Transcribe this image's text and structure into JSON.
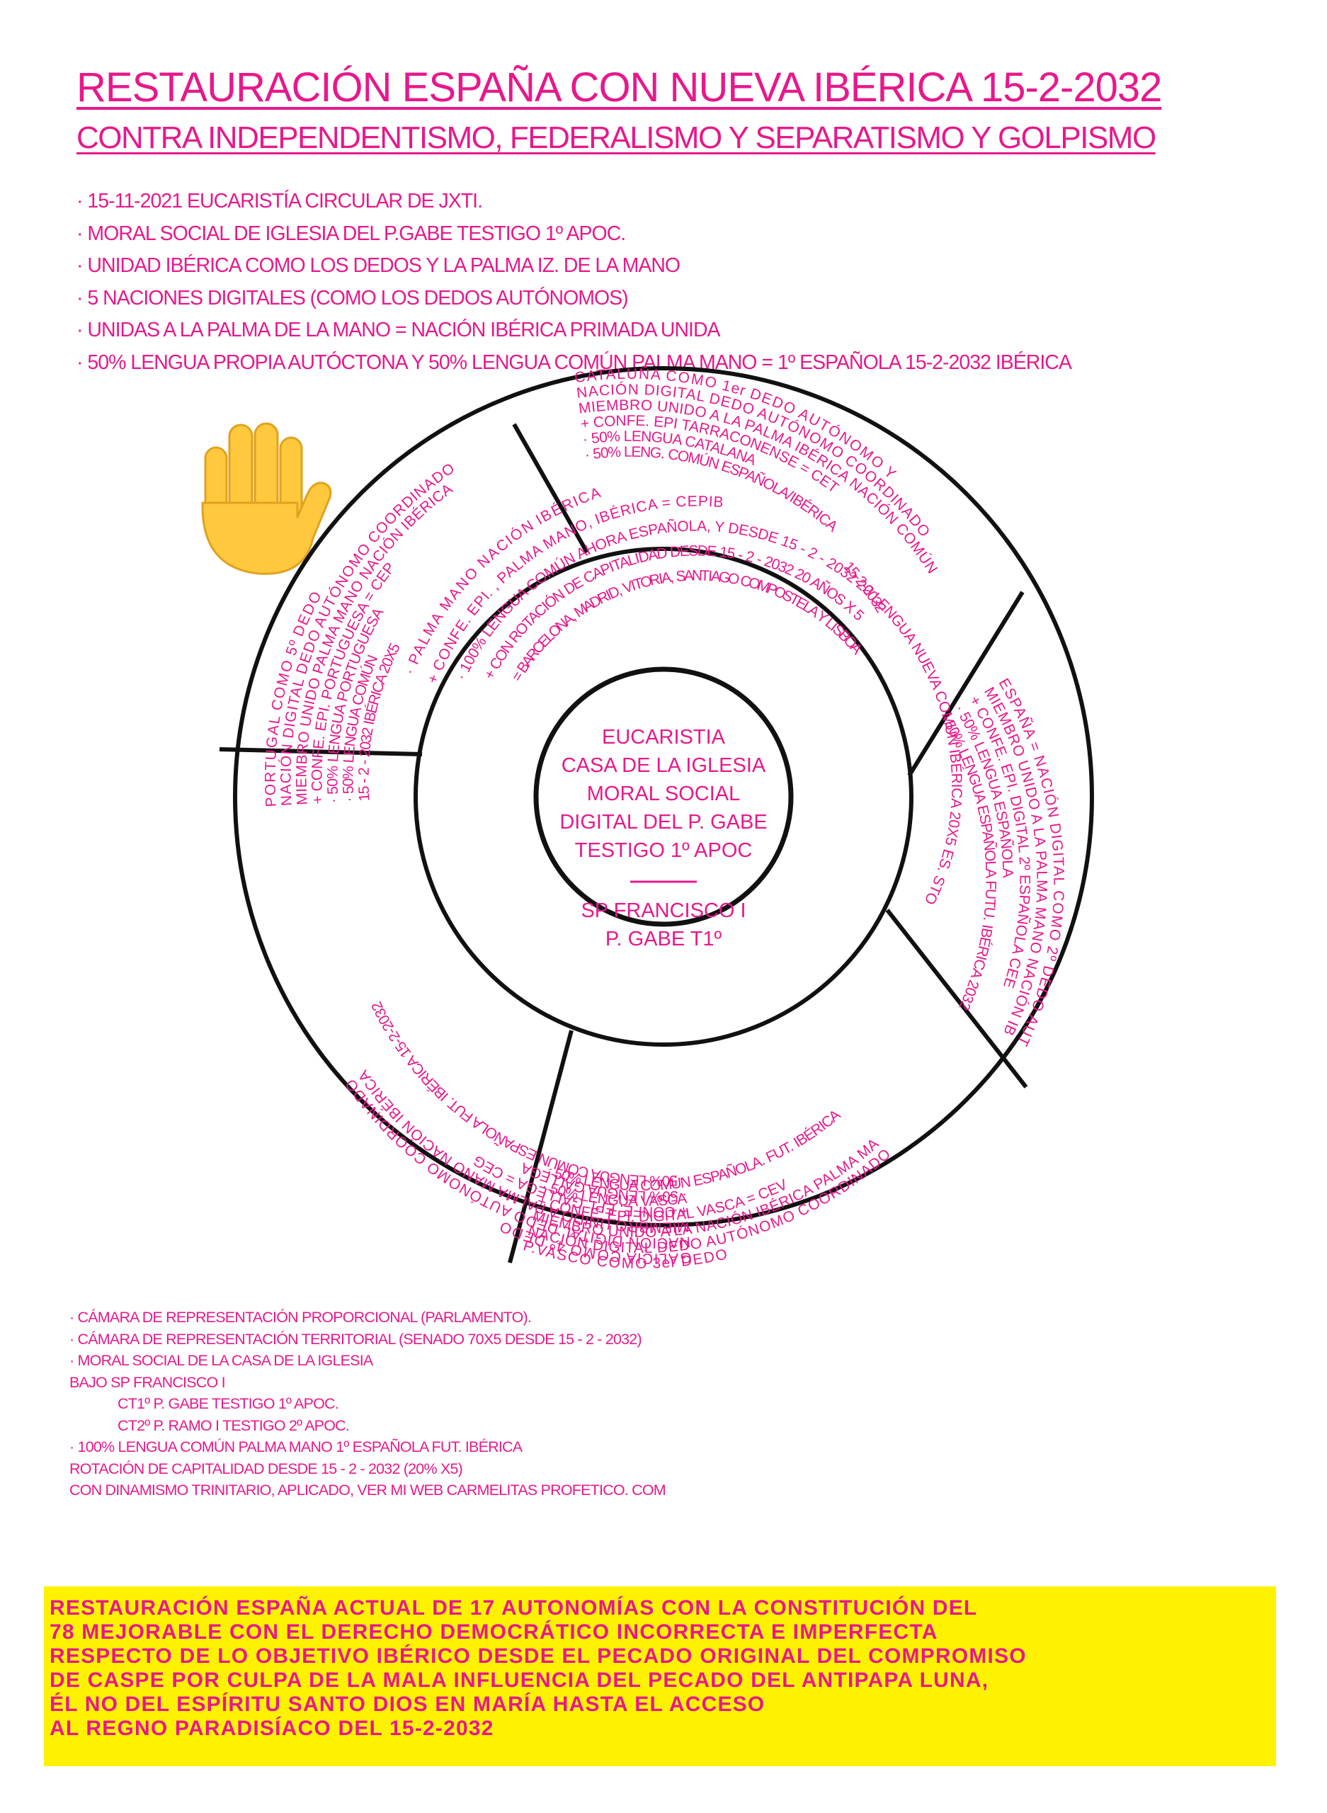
{
  "header": {
    "title": "RESTAURACIÓN ESPAÑA CON NUEVA IBÉRICA 15-2-2032",
    "subtitle": "CONTRA INDEPENDENTISMO, FEDERALISMO Y SEPARATISMO Y GOLPISMO"
  },
  "bullets": [
    "· 15-11-2021 EUCARISTÍA CIRCULAR DE JXTI.",
    "· MORAL SOCIAL DE IGLESIA DEL P.GABE TESTIGO 1º APOC.",
    "· UNIDAD IBÉRICA COMO LOS DEDOS Y LA PALMA IZ. DE LA MANO",
    "· 5 NACIONES DIGITALES (COMO LOS DEDOS AUTÓNOMOS)",
    "· UNIDAS A LA PALMA DE LA MANO = NACIÓN IBÉRICA PRIMADA UNIDA",
    "· 50% LENGUA PROPIA AUTÓCTONA Y 50% LENGUA COMÚN PALMA MANO = 1º ESPAÑOLA 15-2-2032 IBÉRICA"
  ],
  "hand": {
    "icon": "raised-hand-icon"
  },
  "diagram": {
    "center": [
      "EUCARISTIA",
      "CASA DE LA IGLESIA",
      "MORAL SOCIAL",
      "DIGITAL DEL P. GABE",
      "TESTIGO 1º APOC",
      "SP FRANCISCO I",
      "P. GABE T1º"
    ],
    "palma": [
      "· PALMA MANO NACIÓN IBÉRICA",
      "+ CONFE. EPI. , PALMA MANO, IBÉRICA = CEPIB",
      "· 100% LENGUA COMÚN AHORA ESPAÑOLA, Y DESDE 15 - 2 - 2032 20 LENGUA NUEVA COMÚN IBÉRICA 20X5 ES. STO",
      "+ CON ROTACIÓN DE CAPITALIDAD DESDE 15 - 2 - 2032 20 AÑOS X 5",
      "= BARCELONA, MADRID, VITORIA, SANTIAGO COMPOSTELA Y LISBOA"
    ],
    "cataluna": [
      "CATALUÑA COMO 1er DEDO AUTÓNOMO Y",
      "NACIÓN DIGITAL DEDO AUTÓNOMO COORDINADO",
      "MIEMBRO UNIDO A LA PALMA IBÉRICA NACIÓN COMÚN",
      "+ CONFE. EPI TARRACONENSE = CET",
      "· 50% LENGUA CATALANA",
      "· 50% LENG. COMÚN ESPAÑOLA/IBÉRICA",
      "15-2-2032"
    ],
    "espana": [
      "ESPAÑA = NACIÓN DIGITAL COMO 2º DEDO AUTÓNOMO",
      "MIEMBRO UNIDO A LA PALMA MANO NACIÓN IBÉRICA",
      "+ CONFE. EPI. DIGITAL 2º ESPAÑOLA CEE",
      "· 50% LENGUA ESPAÑOLA",
      "· 50% LENGUA ESPAÑOLA FUTU. IBÉRICA 2032"
    ],
    "vasco": [
      "P.VASCO COMO 3er DEDO",
      "NACIÓN DIGITAL DEDO AUTÓNOMO COORDINADO",
      "MIEMBRO UNIDO A LA NACIÓN IBÉRICA PALMA MANO",
      "+ CONFE. EPI. DIGITAL VASCA = CEV",
      "· 50% LENGUA VASCA",
      "· 50% LENGUA COMÚN ESPAÑOLA. FUT. IBÉRICA"
    ],
    "galicia": [
      "GALICIA COMO 4º DEDO",
      "NACIÓN DIGITAL DEDO AUTÓNOMO COORDINADO",
      "MIEMBRO UNIDO A PALMA MANO NACIÓN IBÉRICA",
      "+ CONFE. EPI. GALLEGA = CEG",
      "· 50% LENGUA GALLEGA",
      "· 50% LENGUA COMÚN ESPAÑOLA FUT. IBÉRICA 15-2-2032"
    ],
    "portugal": [
      "PORTUGAL COMO 5º DEDO",
      "NACIÓN DIGITAL DEDO AUTÓNOMO COORDINADO",
      "MIEMBRO UNIDO PALMA MANO NACIÓN IBÉRICA",
      "+ CONFE. EPI. PORTUGUESA = CEP",
      "· 50% LENGUA PORTUGUESA",
      "· 50% LENGUA COMÚN",
      "15 - 2 - 2032 IBÉRICA 20X5"
    ]
  },
  "bottom_list": [
    {
      "text": "· CÁMARA DE REPRESENTACIÓN PROPORCIONAL (PARLAMENTO).",
      "indent": false
    },
    {
      "text": "· CÁMARA DE REPRESENTACIÓN TERRITORIAL (SENADO 70X5 DESDE 15 - 2 - 2032)",
      "indent": false
    },
    {
      "text": "· MORAL SOCIAL DE LA CASA DE LA IGLESIA",
      "indent": false
    },
    {
      "text": "BAJO SP FRANCISCO I",
      "indent": false
    },
    {
      "text": "CT1º P. GABE TESTIGO 1º APOC.",
      "indent": true
    },
    {
      "text": "CT2º P. RAMO I TESTIGO 2º APOC.",
      "indent": true
    },
    {
      "text": "· 100% LENGUA COMÚN PALMA MANO 1º ESPAÑOLA FUT. IBÉRICA",
      "indent": false
    },
    {
      "text": "ROTACIÓN DE CAPITALIDAD DESDE 15 - 2 - 2032 (20% X5)",
      "indent": false
    },
    {
      "text": "CON DINAMISMO TRINITARIO, APLICADO, VER MI WEB CARMELITAS PROFETICO. COM",
      "indent": false
    }
  ],
  "footer_box": [
    "RESTAURACIÓN ESPAÑA ACTUAL DE 17 AUTONOMÍAS CON LA CONSTITUCIÓN DEL",
    "78 MEJORABLE CON EL DERECHO DEMOCRÁTICO INCORRECTA E IMPERFECTA",
    "RESPECTO DE LO OBJETIVO IBÉRICO DESDE EL PECADO ORIGINAL DEL COMPROMISO",
    "DE CASPE POR CULPA DE LA MALA INFLUENCIA DEL PECADO DEL ANTIPAPA LUNA,",
    "ÉL NO DEL ESPÍRITU SANTO DIOS EN MARÍA HASTA EL ACCESO",
    "AL REGNO PARADISÍACO DEL 15-2-2032"
  ],
  "colors": {
    "text": "#e6198c",
    "box": "#fff200",
    "lines": "#111111"
  }
}
